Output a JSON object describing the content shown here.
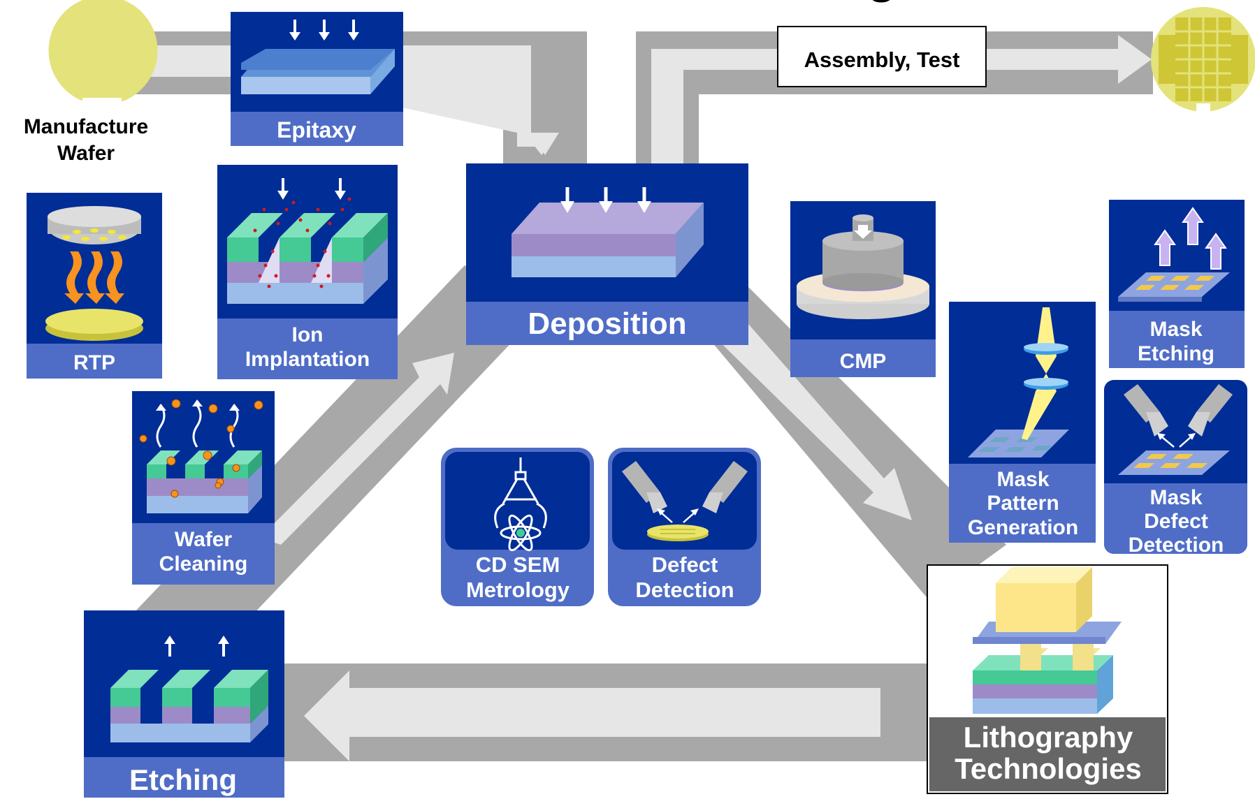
{
  "title_fragment": "g",
  "start": {
    "label_line1": "Manufacture",
    "label_line2": "Wafer"
  },
  "end": {
    "label": "Assembly, Test"
  },
  "steps": {
    "epitaxy": "Epitaxy",
    "deposition": "Deposition",
    "rtp": "RTP",
    "ion_line1": "Ion",
    "ion_line2": "Implantation",
    "cmp": "CMP",
    "mask_etching_line1": "Mask",
    "mask_etching_line2": "Etching",
    "mask_pattern_line1": "Mask",
    "mask_pattern_line2": "Pattern",
    "mask_pattern_line3": "Generation",
    "mask_defect_line1": "Mask",
    "mask_defect_line2": "Defect",
    "mask_defect_line3": "Detection",
    "cleaning_line1": "Wafer",
    "cleaning_line2": "Cleaning",
    "cdsem_line1": "CD SEM",
    "cdsem_line2": "Metrology",
    "defect_line1": "Defect",
    "defect_line2": "Detection",
    "etching": "Etching",
    "litho_line1": "Lithography",
    "litho_line2": "Technologies"
  },
  "colors": {
    "box_dark": "#002d96",
    "label_bar": "#4f6dc7",
    "flow_gray": "#a8a8a8",
    "arrow_light": "#e6e6e6",
    "wafer_yellow": "#e4e27a",
    "litho_box": "#555555"
  }
}
